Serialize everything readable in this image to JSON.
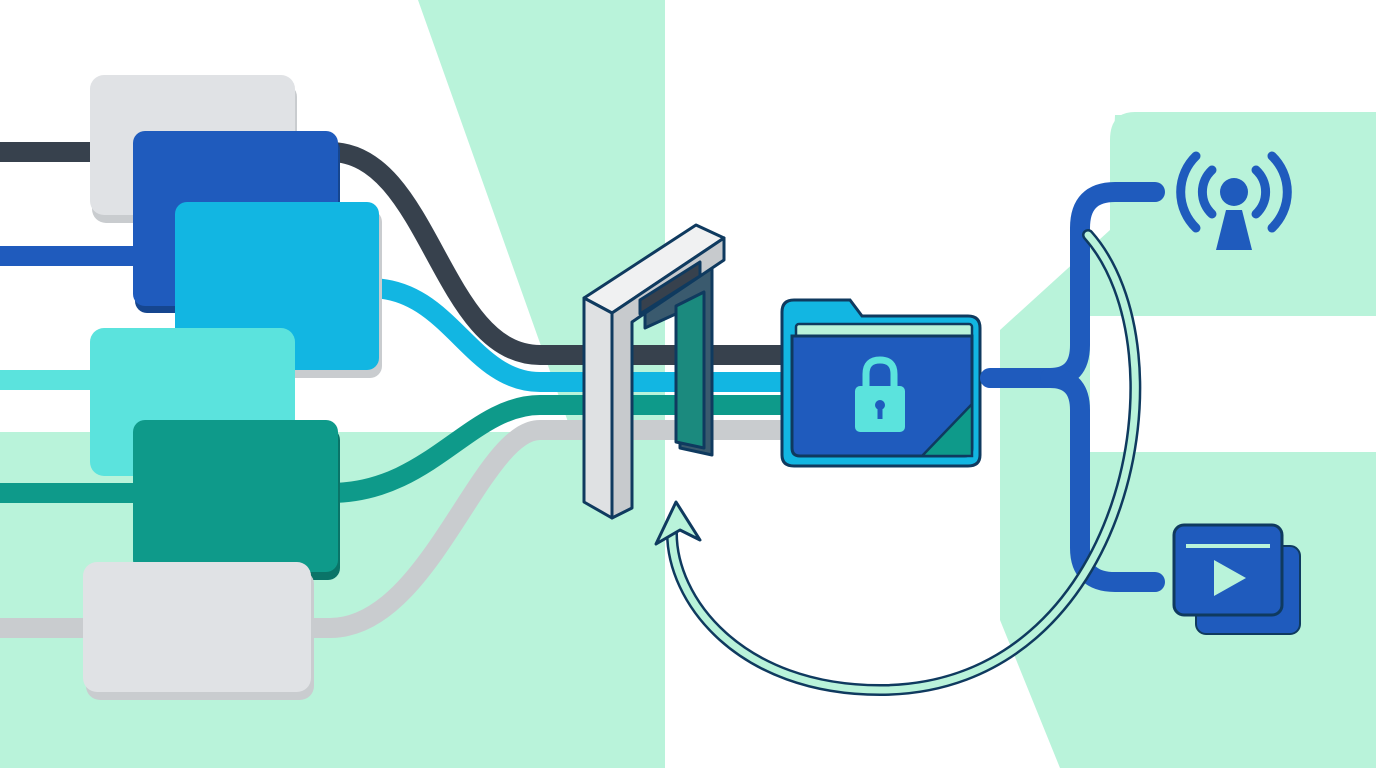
{
  "diagram": {
    "kind": "data-pipeline-illustration",
    "colors": {
      "background": "#ffffff",
      "mint": "#b9f3da",
      "dark_line": "#37414d",
      "blue": "#1f5bbd",
      "cyan": "#12b6e2",
      "aqua": "#5be3dd",
      "teal": "#0e9a8a",
      "gray_card": "#e0e2e5",
      "gray_line": "#c9cccf",
      "outline": "#0f3a5f"
    },
    "sources": [
      {
        "name": "gray-source-card",
        "color": "#e0e2e5"
      },
      {
        "name": "blue-source-card",
        "color": "#1f5bbd"
      },
      {
        "name": "cyan-source-card",
        "color": "#12b6e2"
      },
      {
        "name": "aqua-source-card",
        "color": "#5be3dd"
      },
      {
        "name": "teal-source-card",
        "color": "#0e9a8a"
      },
      {
        "name": "light-gray-source-card",
        "color": "#e0e2e5"
      }
    ],
    "gateway_icon": "gate-icon",
    "vault_icon": "locked-folder-icon",
    "outputs": [
      {
        "name": "broadcast-output",
        "icon": "broadcast-tower-icon"
      },
      {
        "name": "video-output",
        "icon": "video-play-icon"
      }
    ],
    "feedback_icon": "feedback-loop-arrow-icon"
  }
}
